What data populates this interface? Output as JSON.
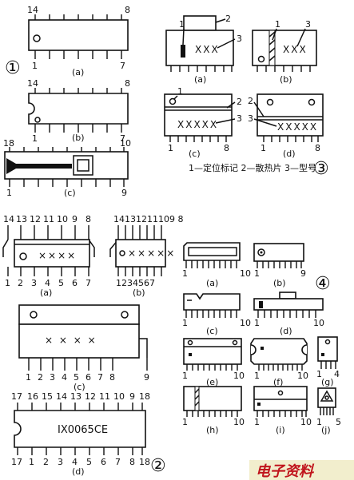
{
  "group1": {
    "badge": "①",
    "a": {
      "caption": "(a)",
      "first_top": "14",
      "last_top": "8",
      "first_bottom": "1",
      "last_bottom": "7"
    },
    "b": {
      "caption": "(b)",
      "first_top": "14",
      "last_top": "8",
      "first_bottom": "1",
      "last_bottom": "7"
    },
    "c": {
      "caption": "(c)",
      "first_top": "18",
      "last_top": "10",
      "first_bottom": "1",
      "last_bottom": "9"
    }
  },
  "group2": {
    "badge": "②",
    "a": {
      "caption": "(a)",
      "top_pins": [
        "14",
        "13",
        "12",
        "11",
        "10",
        "9",
        "8"
      ],
      "bottom_pins": [
        "1",
        "2",
        "3",
        "4",
        "5",
        "6",
        "7"
      ],
      "marking": "××××"
    },
    "b": {
      "caption": "(b)",
      "top_pins": "14131211109 8",
      "bottom_pins": "1234567",
      "marking": "×××××"
    },
    "c": {
      "caption": "(c)",
      "bottom_pins": [
        "1",
        "2",
        "3",
        "4",
        "5",
        "6",
        "7",
        "8",
        "9"
      ],
      "marking": "× × × ×"
    },
    "d": {
      "caption": "(d)",
      "top_pins": [
        "17",
        "16",
        "15",
        "14",
        "13",
        "12",
        "11",
        "10",
        "9",
        "18"
      ],
      "bottom_pins": [
        "17",
        "1",
        "2",
        "3",
        "4",
        "5",
        "6",
        "7",
        "8",
        "18"
      ],
      "chip_label": "IX0065CE"
    }
  },
  "group3": {
    "badge": "③",
    "a": {
      "caption": "(a)",
      "marking": "XXX",
      "num1": "1",
      "num2": "2",
      "num3": "3"
    },
    "b": {
      "caption": "(b)",
      "marking": "XXX",
      "num1": "1",
      "num3": "3"
    },
    "c": {
      "caption": "(c)",
      "marking": "XXXXX",
      "num1": "1",
      "num2": "2",
      "num3": "3",
      "first_pin": "1",
      "last_pin": "8"
    },
    "d": {
      "caption": "(d)",
      "marking": "XXXXX",
      "num2": "2",
      "num3": "3",
      "first_pin": "1",
      "last_pin": "8"
    },
    "legend": "1—定位标记 2—散热片 3—型号"
  },
  "group4": {
    "badge": "④",
    "a": {
      "caption": "(a)",
      "first_pin": "1",
      "last_pin": "10"
    },
    "b": {
      "caption": "(b)",
      "first_pin": "1",
      "last_pin": "9"
    },
    "c": {
      "caption": "(c)",
      "first_pin": "1",
      "last_pin": "10"
    },
    "d": {
      "caption": "(d)",
      "first_pin": "1",
      "last_pin": "10"
    },
    "e": {
      "caption": "(e)",
      "first_pin": "1",
      "last_pin": "10"
    },
    "f": {
      "caption": "(f)",
      "first_pin": "1",
      "last_pin": "10"
    },
    "g": {
      "caption": "(g)",
      "first_pin": "1",
      "last_pin": "4"
    },
    "h": {
      "caption": "(h)",
      "first_pin": "1",
      "last_pin": "10"
    },
    "i": {
      "caption": "(i)",
      "first_pin": "1",
      "last_pin": "10"
    },
    "j": {
      "caption": "(j)",
      "first_pin": "1",
      "last_pin": "5"
    }
  },
  "watermark": "电子资料"
}
